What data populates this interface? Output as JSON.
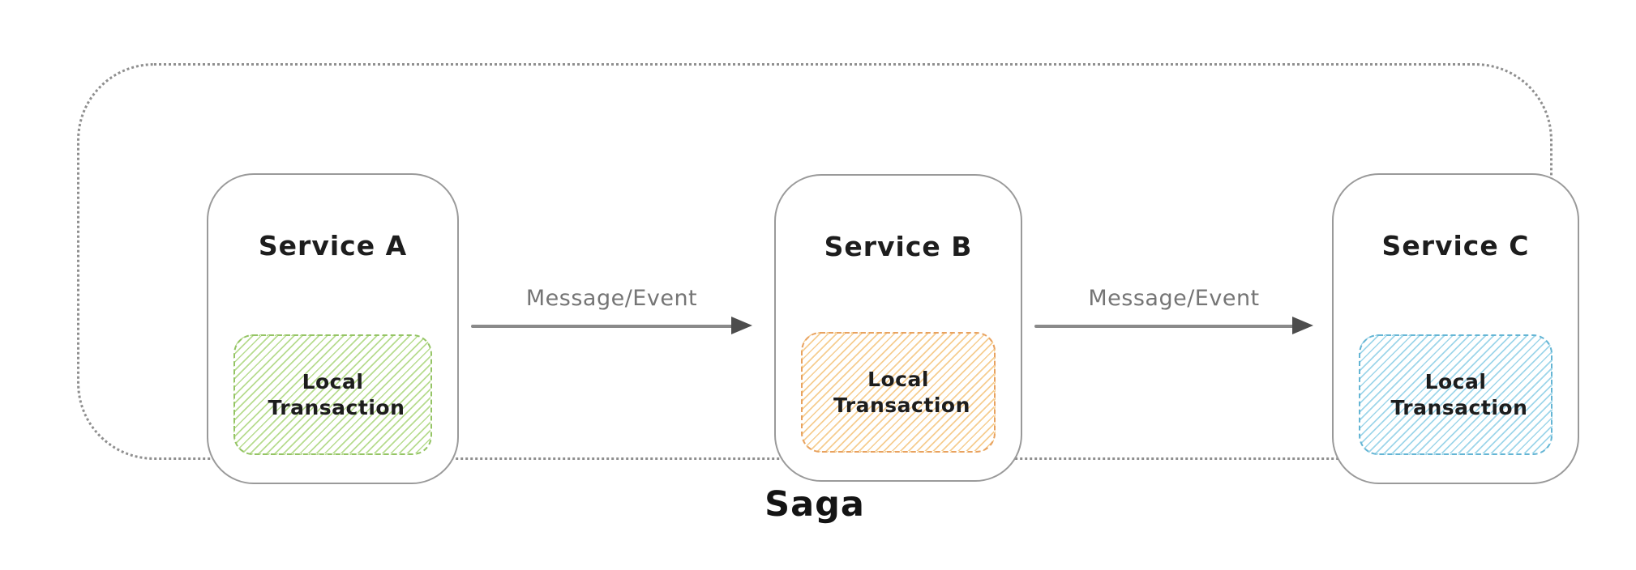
{
  "diagram": {
    "title": "Saga",
    "services": [
      {
        "name": "Service A",
        "transaction_label": "Local Transaction",
        "hatch_line_color": "#b7dc8f",
        "hatch_border_color": "#94c464"
      },
      {
        "name": "Service B",
        "transaction_label": "Local Transaction",
        "hatch_line_color": "#f6cd90",
        "hatch_border_color": "#e8a25f"
      },
      {
        "name": "Service C",
        "transaction_label": "Local Transaction",
        "hatch_line_color": "#9ed6ea",
        "hatch_border_color": "#64b5d4"
      }
    ],
    "arrows": [
      {
        "label": "Message/Event"
      },
      {
        "label": "Message/Event"
      }
    ],
    "colors": {
      "service_border": "#9a9a9a",
      "saga_boundary_border": "#8f8f8f",
      "arrow_line": "#8a8a8a",
      "arrow_head": "#4d4d4d",
      "arrow_label_text": "#757575",
      "text": "#1d1d1d"
    }
  }
}
